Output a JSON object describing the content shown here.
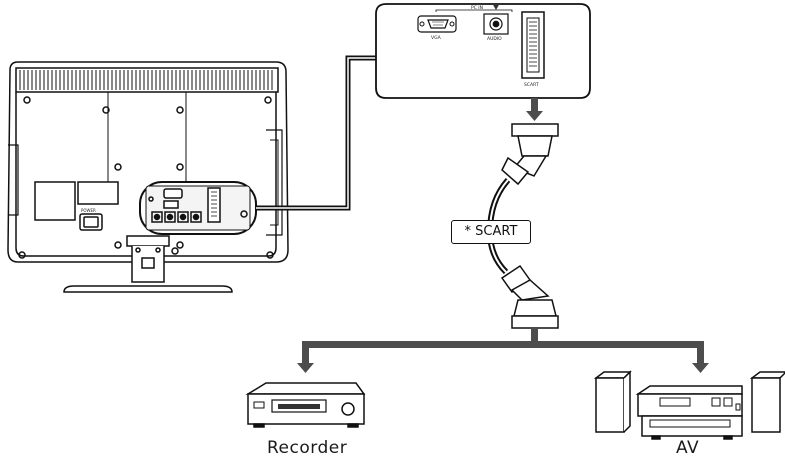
{
  "panel": {
    "pc_in_label": "PC IN",
    "vga_label": "VGA",
    "audio_label": "AUDIO",
    "scart_label": "SCART"
  },
  "tv": {
    "power_label": "POWER"
  },
  "cable": {
    "label": "* SCART"
  },
  "devices": {
    "recorder_label": "Recorder",
    "av_label": "AV"
  },
  "colors": {
    "line": "#111111",
    "arrow": "#4d4d4d",
    "panel_fill": "#ffffff"
  }
}
